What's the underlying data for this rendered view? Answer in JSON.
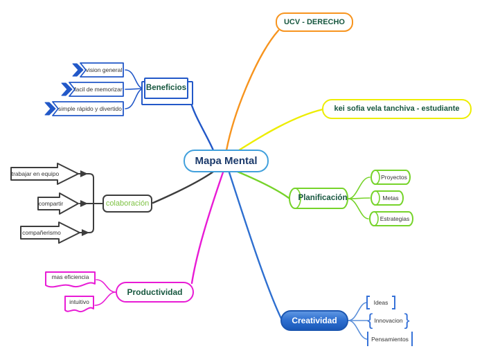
{
  "map": {
    "center": "Mapa Mental",
    "ucv": "UCV - DERECHO",
    "estudiante": "kei sofia vela tanchiva - estudiante",
    "beneficios": {
      "label": "Beneficios",
      "children": [
        "vision general",
        "facil de memorizar",
        "simple rápido y divertido"
      ]
    },
    "planificacion": {
      "label": "Planificación",
      "children": [
        "Proyectos",
        "Metas",
        "Estrategias"
      ]
    },
    "colaboracion": {
      "label": "colaboración",
      "children": [
        "trabajar en equipo",
        "compartir",
        "compañerismo"
      ]
    },
    "productividad": {
      "label": "Productividad",
      "children": [
        "mas eficiencia",
        "intuitivo"
      ]
    },
    "creatividad": {
      "label": "Creatividad",
      "children": [
        "Ideas",
        "Innovacion",
        "Pensamientos"
      ]
    }
  },
  "colors": {
    "center_border": "#41A0DC",
    "center_text": "#1B3A6B",
    "topic_text": "#17573F",
    "orange_branch": "#F7941E",
    "yellow_branch": "#EDED00",
    "blue_branch": "#2258C8",
    "light_blue_branch": "#5B8FD9",
    "green_branch": "#76D32A",
    "gray_branch": "#3d3d3d",
    "magenta_branch": "#E81BD5",
    "creatividad_fill": "#2E6FD0",
    "colaboracion_text": "#7DC242"
  }
}
